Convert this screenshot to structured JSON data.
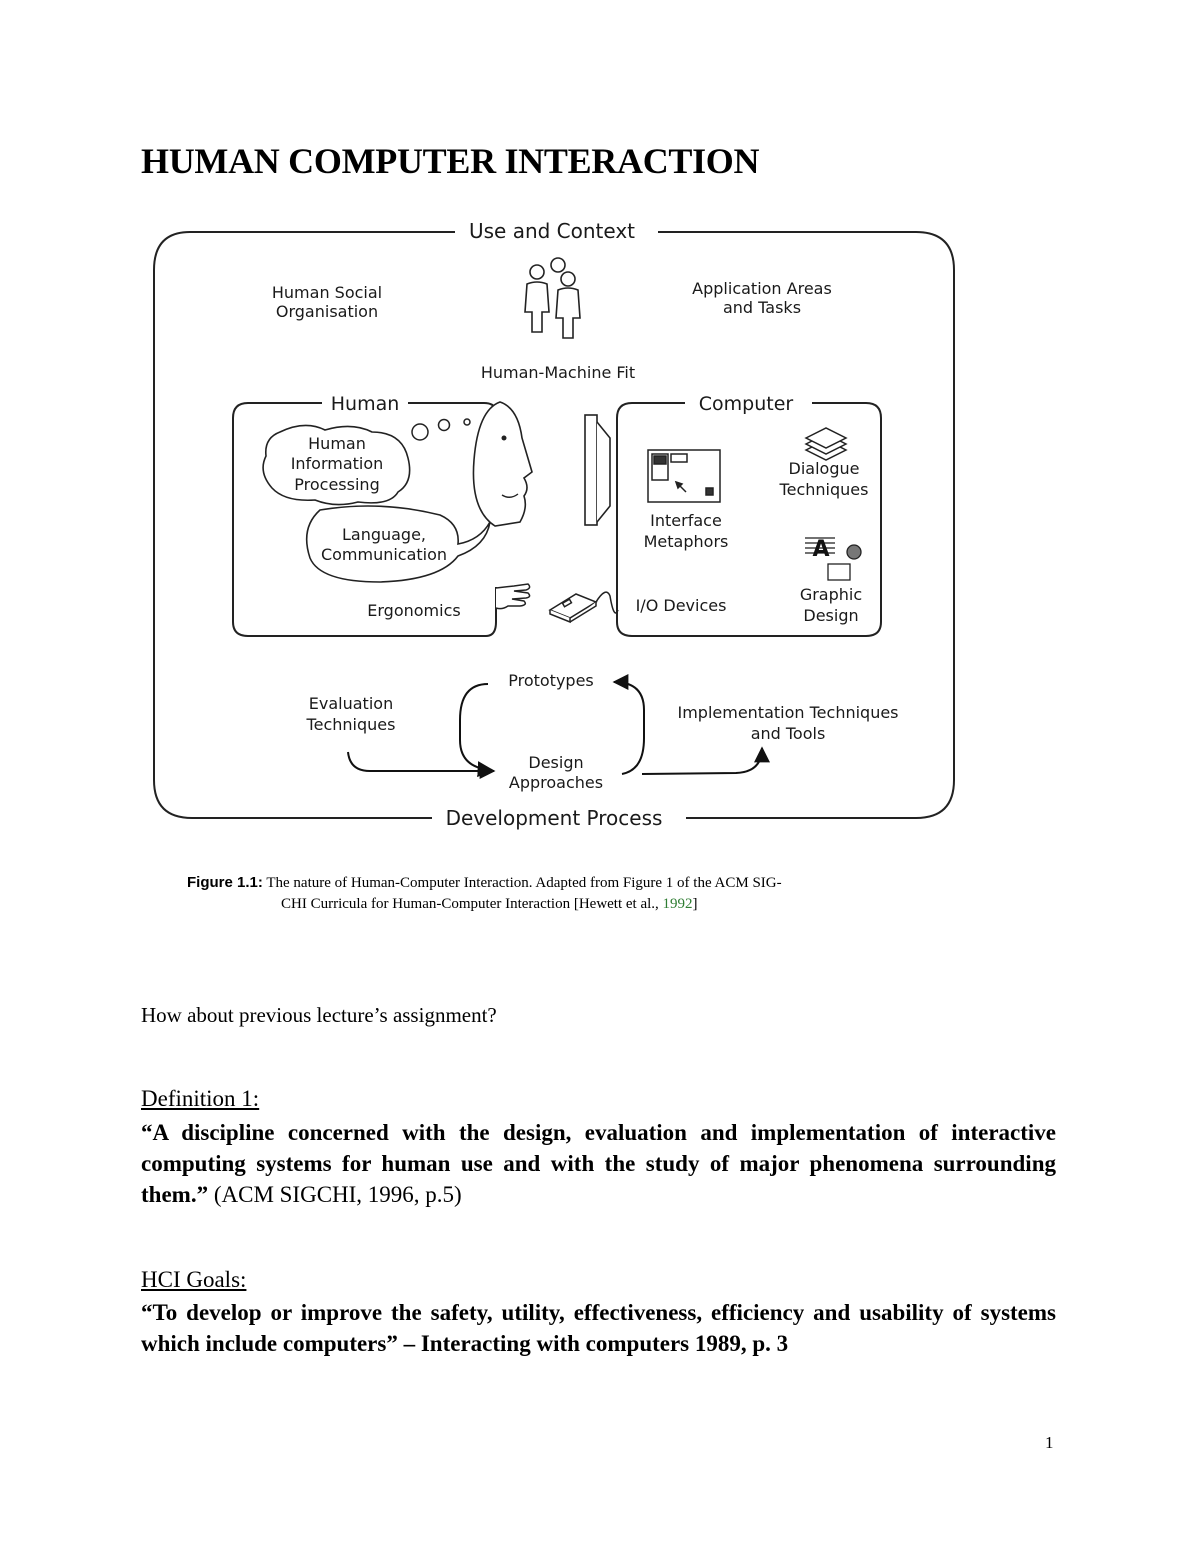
{
  "title": "HUMAN COMPUTER INTERACTION",
  "figure": {
    "use_context": "Use and Context",
    "social_line1": "Human Social",
    "social_line2": "Organisation",
    "app_line1": "Application Areas",
    "app_line2": "and Tasks",
    "fit": "Human-Machine Fit",
    "human": "Human",
    "hip_line1": "Human",
    "hip_line2": "Information",
    "hip_line3": "Processing",
    "lang_line1": "Language,",
    "lang_line2": "Communication",
    "ergonomics": "Ergonomics",
    "computer": "Computer",
    "dialogue_line1": "Dialogue",
    "dialogue_line2": "Techniques",
    "interface_line1": "Interface",
    "interface_line2": "Metaphors",
    "io_devices": "I/O Devices",
    "graphic_line1": "Graphic",
    "graphic_line2": "Design",
    "evaluation_line1": "Evaluation",
    "evaluation_line2": "Techniques",
    "prototypes": "Prototypes",
    "design_line1": "Design",
    "design_line2": "Approaches",
    "impl_line1": "Implementation Techniques",
    "impl_line2": "and Tools",
    "development": "Development Process"
  },
  "caption": {
    "label": "Figure 1.1:",
    "text1": " The nature of Human-Computer Interaction. Adapted from Figure 1 of the ACM SIG-",
    "text2": "CHI Curricula for Human-Computer Interaction [Hewett et al., ",
    "year": "1992",
    "close": "]"
  },
  "question": "How about previous lecture’s assignment?",
  "definition": {
    "heading": "Definition 1:",
    "quote": "“A discipline concerned with the design, evaluation and implementation of interactive computing systems for human use and with the study of major phenomena surrounding them.”",
    "source": " (ACM SIGCHI, 1996, p.5)"
  },
  "goals": {
    "heading": "HCI Goals:",
    "quote": "“To develop or improve the safety, utility, effectiveness, efficiency and usability of systems which include computers” – Interacting with computers 1989, p. 3"
  },
  "page_number": "1"
}
